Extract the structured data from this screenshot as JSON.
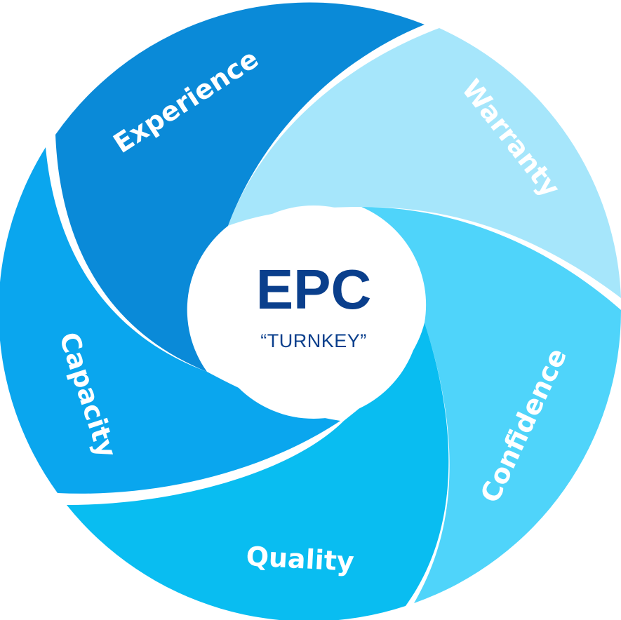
{
  "center": {
    "title": "EPC",
    "subtitle": "“TURNKEY”"
  },
  "segments": [
    {
      "label": "Experience",
      "color": "#0a8ad8"
    },
    {
      "label": "Warranty",
      "color": "#a6e6fb"
    },
    {
      "label": "Confidence",
      "color": "#4fd4fa"
    },
    {
      "label": "Quality",
      "color": "#09bdf1"
    },
    {
      "label": "Capacity",
      "color": "#0aa6ee"
    }
  ],
  "colors": {
    "center_text": "#0a3f8c",
    "segment_text": "#ffffff",
    "background": "#ffffff"
  }
}
